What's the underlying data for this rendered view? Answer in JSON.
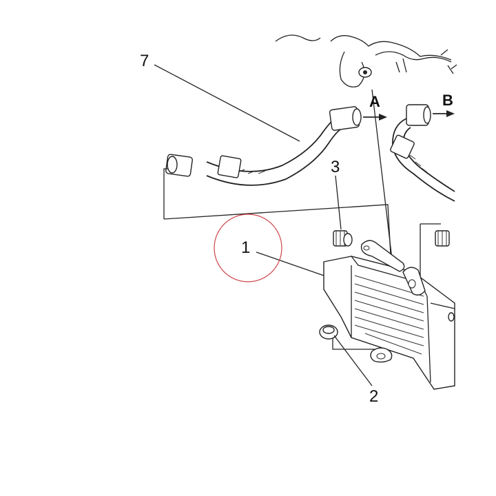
{
  "callouts": {
    "c1": "1",
    "c2": "2",
    "c3": "3",
    "c7": "7"
  },
  "arrows": {
    "a": "A",
    "b": "B"
  },
  "colors": {
    "line": "#222222",
    "highlight_circle": "#cc4444",
    "background": "#ffffff"
  }
}
